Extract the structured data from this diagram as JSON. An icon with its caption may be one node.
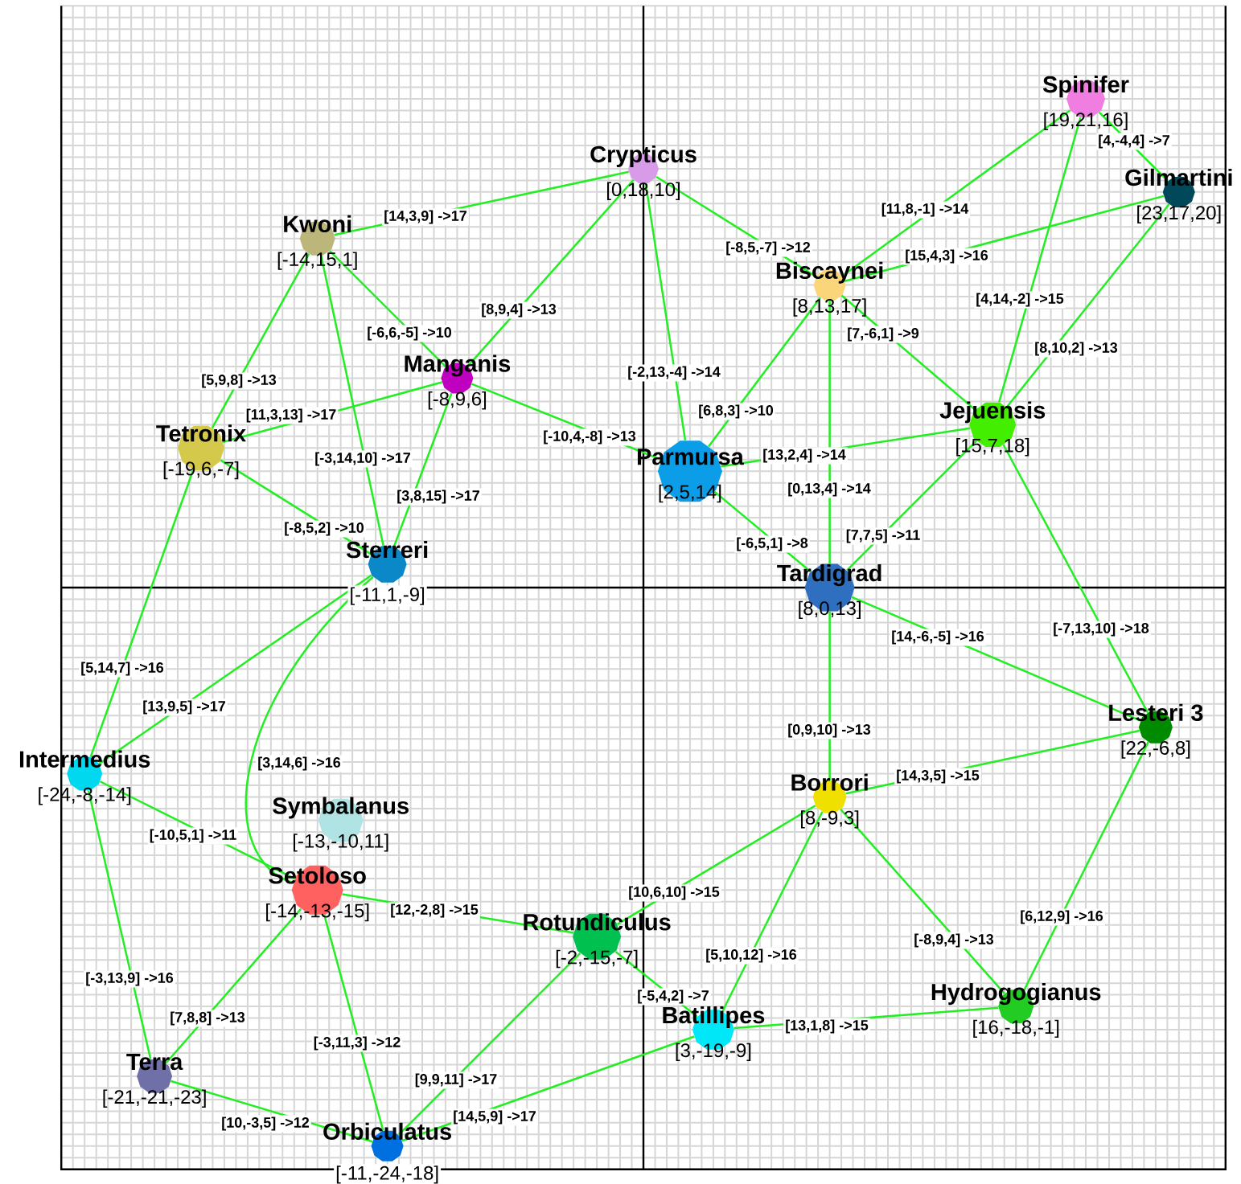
{
  "diagram": {
    "nodes": [
      {
        "text": [
          "Spinifer",
          "[19,21,16]"
        ]
      },
      {
        "text": [
          "Crypticus",
          "[0,18,10]"
        ]
      },
      {
        "text": [
          "Gilmartini",
          "[23,17,20]"
        ]
      },
      {
        "text": [
          "Kwoni",
          "[-14,15,1]"
        ]
      },
      {
        "text": [
          "Biscaynei",
          "[8,13,17]"
        ]
      },
      {
        "text": [
          "Manganis",
          "[-8,9,6]"
        ]
      },
      {
        "text": [
          "Jejuensis",
          "[15,7,18]"
        ]
      },
      {
        "text": [
          "Tetronix",
          "[-19,6,-7]"
        ]
      },
      {
        "text": [
          "Parmursa",
          "[2,5,14]"
        ]
      },
      {
        "text": [
          "Sterreri",
          "[-11,1,-9]"
        ]
      },
      {
        "text": [
          "Tardigrad",
          "[8,0,13]"
        ]
      },
      {
        "text": [
          "Lesteri 3",
          "[22,-6,8]"
        ]
      },
      {
        "text": [
          "Intermedius",
          "[-24,-8,-14]"
        ]
      },
      {
        "text": [
          "Borrori",
          "[8,-9,3]"
        ]
      },
      {
        "text": [
          "Symbalanus",
          "[-13,-10,11]"
        ]
      },
      {
        "text": [
          "Setoloso",
          "[-14,-13,-15]"
        ]
      },
      {
        "text": [
          "Rotundiculus",
          "[-2,-15,-7]"
        ]
      },
      {
        "text": [
          "Hydrogogianus",
          "[16,-18,-1]"
        ]
      },
      {
        "text": [
          "Batillipes",
          "[3,-19,-9]"
        ]
      },
      {
        "text": [
          "Terra",
          "[-21,-21,-23]"
        ]
      },
      {
        "text": [
          "Orbiculatus",
          "[-11,-24,-18]"
        ]
      }
    ],
    "edges": [
      {
        "from": 3,
        "to": 1,
        "arrow": "none",
        "label": "[14,3,9] ->17"
      },
      {
        "from": 1,
        "to": 5,
        "arrow": "none",
        "label": "[8,9,4] ->13"
      },
      {
        "from": 1,
        "to": 4,
        "arrow": "none",
        "label": "[-8,5,-7] ->12"
      },
      {
        "from": 1,
        "to": 8,
        "arrow": "none",
        "label": "[-2,13,-4] ->14"
      },
      {
        "from": 0,
        "to": 4,
        "arrow": "none",
        "label": "[11,8,-1] ->14"
      },
      {
        "from": 0,
        "to": 2,
        "arrow": "none",
        "label": "[4,-4,4] ->7"
      },
      {
        "from": 0,
        "to": 6,
        "arrow": "none",
        "label": "[4,14,-2] ->15"
      },
      {
        "from": 2,
        "to": 4,
        "arrow": "none",
        "label": "[15,4,3] ->16"
      },
      {
        "from": 2,
        "to": 6,
        "arrow": "none",
        "label": "[8,10,2] ->13"
      },
      {
        "from": 3,
        "to": 7,
        "arrow": "none",
        "label": "[5,9,8] ->13"
      },
      {
        "from": 3,
        "to": 5,
        "arrow": "none",
        "label": "[-6,6,-5] ->10"
      },
      {
        "from": 3,
        "to": 9,
        "arrow": "none",
        "label": "[-3,14,10] ->17"
      },
      {
        "from": 7,
        "to": 5,
        "arrow": "none",
        "label": "[11,3,13] ->17"
      },
      {
        "from": 5,
        "to": 9,
        "arrow": "none",
        "label": "[3,8,15] ->17"
      },
      {
        "from": 5,
        "to": 8,
        "arrow": "none",
        "label": "[-10,4,-8] ->13"
      },
      {
        "from": 4,
        "to": 8,
        "arrow": "none",
        "label": "[6,8,3] ->10"
      },
      {
        "from": 4,
        "to": 6,
        "arrow": "none",
        "label": "[7,-6,1] ->9"
      },
      {
        "from": 4,
        "to": 10,
        "arrow": "none",
        "label": "[0,13,4] ->14"
      },
      {
        "from": 8,
        "to": 6,
        "arrow": "none",
        "label": "[13,2,4] ->14"
      },
      {
        "from": 8,
        "to": 10,
        "arrow": "none",
        "label": "[-6,5,1] ->8"
      },
      {
        "from": 10,
        "to": 6,
        "arrow": "none",
        "label": "[7,7,5] ->11"
      },
      {
        "from": 7,
        "to": 9,
        "arrow": "none",
        "label": "[-8,5,2] ->10"
      },
      {
        "from": 7,
        "to": 12,
        "arrow": "none",
        "label": "[5,14,7] ->16"
      },
      {
        "from": 9,
        "to": 12,
        "arrow": "none",
        "label": "[13,9,5] ->17"
      },
      {
        "from": 9,
        "to": 15,
        "arrow": "none",
        "label": "[3,14,6] ->16"
      },
      {
        "from": 6,
        "to": 11,
        "arrow": "none",
        "label": "[-7,13,10] ->18"
      },
      {
        "from": 10,
        "to": 11,
        "arrow": "none",
        "label": "[14,-6,-5] ->16"
      },
      {
        "from": 10,
        "to": 13,
        "arrow": "none",
        "label": "[0,9,10] ->13"
      },
      {
        "from": 13,
        "to": 11,
        "arrow": "none",
        "label": "[14,3,5] ->15"
      },
      {
        "from": 13,
        "to": 16,
        "arrow": "none",
        "label": "[10,6,10] ->15"
      },
      {
        "from": 13,
        "to": 18,
        "arrow": "none",
        "label": "[5,10,12] ->16"
      },
      {
        "from": 13,
        "to": 17,
        "arrow": "none",
        "label": "[-8,9,4] ->13"
      },
      {
        "from": 11,
        "to": 17,
        "arrow": "none",
        "label": "[6,12,9] ->16"
      },
      {
        "from": 17,
        "to": 18,
        "arrow": "none",
        "label": "[13,1,8] ->15"
      },
      {
        "from": 16,
        "to": 18,
        "arrow": "none",
        "label": "[-5,4,2] ->7"
      },
      {
        "from": 12,
        "to": 15,
        "arrow": "none",
        "label": "[-10,5,1] ->11"
      },
      {
        "from": 12,
        "to": 19,
        "arrow": "none",
        "label": "[-3,13,9] ->16"
      },
      {
        "from": 15,
        "to": 16,
        "arrow": "none",
        "label": "[12,-2,8] ->15"
      },
      {
        "from": 15,
        "to": 19,
        "arrow": "none",
        "label": "[7,8,8] ->13"
      },
      {
        "from": 15,
        "to": 20,
        "arrow": "none",
        "label": "[-3,11,3] ->12"
      },
      {
        "from": 19,
        "to": 20,
        "arrow": "none",
        "label": "[10,-3,5] ->12"
      },
      {
        "from": 16,
        "to": 20,
        "arrow": "none",
        "label": "[9,9,11] ->17"
      },
      {
        "from": 18,
        "to": 20,
        "arrow": "none",
        "label": "[14,5,9] ->17"
      }
    ]
  }
}
